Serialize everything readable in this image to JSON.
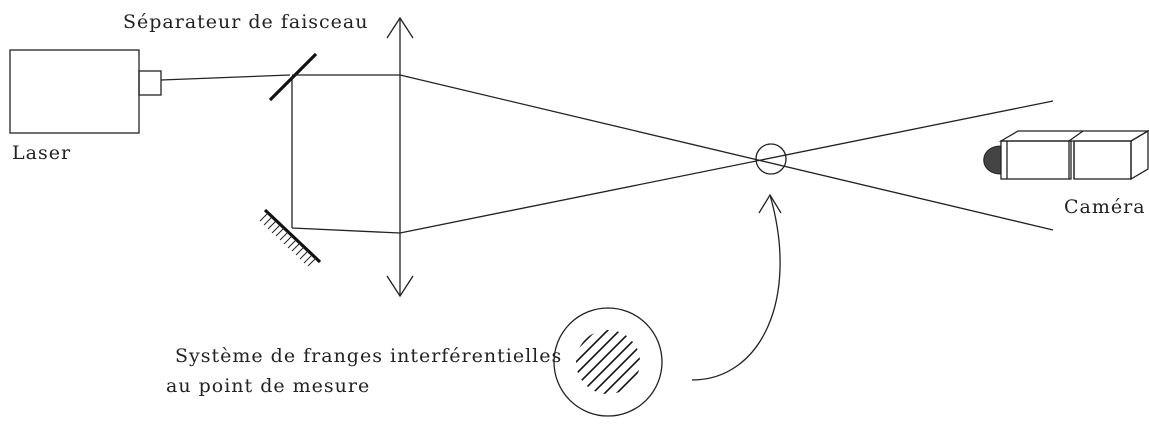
{
  "labels": {
    "beam_splitter": "Séparateur de faisceau",
    "laser": "Laser",
    "camera": "Caméra",
    "fringe_system_line1": "Système de franges interférentielles",
    "fringe_system_line2": "au point de mesure"
  },
  "colors": {
    "ink": "#222222",
    "camera_lens": "#444444",
    "background": "#ffffff"
  }
}
